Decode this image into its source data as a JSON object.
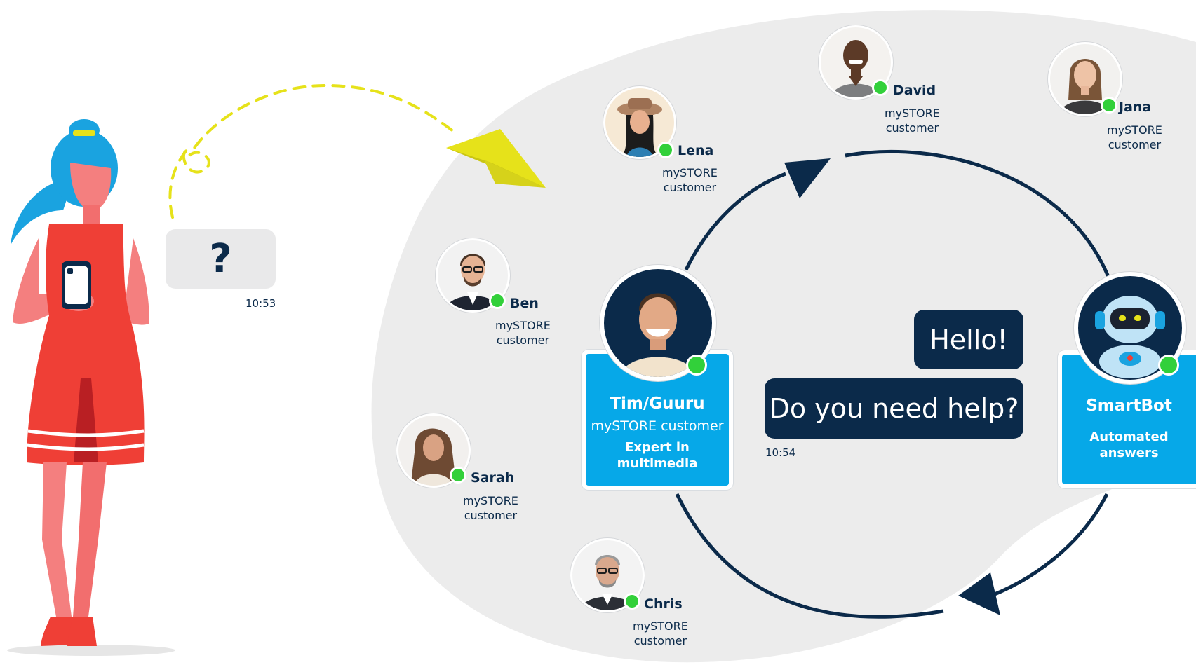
{
  "user": {
    "question_mark": "?",
    "question_time": "10:53"
  },
  "community": {
    "members": [
      {
        "name": "Lena",
        "line1": "mySTORE",
        "line2": "customer"
      },
      {
        "name": "David",
        "line1": "mySTORE",
        "line2": "customer"
      },
      {
        "name": "Jana",
        "line1": "mySTORE",
        "line2": "customer"
      },
      {
        "name": "Ben",
        "line1": "mySTORE",
        "line2": "customer"
      },
      {
        "name": "Sarah",
        "line1": "mySTORE",
        "line2": "customer"
      },
      {
        "name": "Chris",
        "line1": "mySTORE",
        "line2": "customer"
      }
    ],
    "expert": {
      "name": "Tim/Guuru",
      "role": "mySTORE customer",
      "desc_line1": "Expert in",
      "desc_line2": "multimedia"
    },
    "bot": {
      "name": "SmartBot",
      "desc_line1": "Automated",
      "desc_line2": "answers"
    },
    "chat": {
      "greeting": "Hello!",
      "question": "Do you need help?",
      "time": "10:54"
    }
  },
  "colors": {
    "navy": "#0b2a4a",
    "accent_blue": "#06a8e8",
    "online_green": "#32d03a",
    "dress_red": "#ef3f36",
    "hair_blue": "#1aa3e0",
    "plane_yellow": "#e6e21a",
    "background_blob": "#ececec"
  },
  "icons": [
    "paper-plane-icon",
    "cycle-arrow-icon",
    "robot-icon",
    "smartphone-icon"
  ]
}
